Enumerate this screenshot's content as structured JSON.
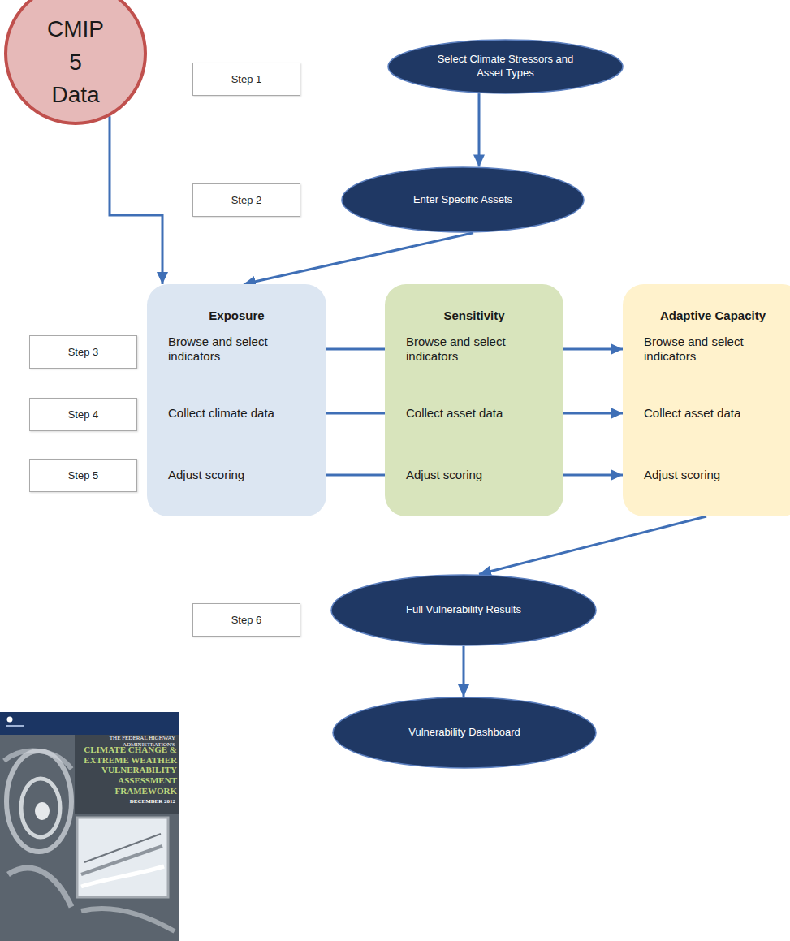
{
  "diagram": {
    "nodes": [
      {
        "text": [
          "CMIP 5 Data"
        ]
      },
      {
        "text": [
          "Step 1"
        ]
      },
      {
        "text": [
          "Select Climate Stressors and Asset Types"
        ]
      },
      {
        "text": [
          "Step 2"
        ]
      },
      {
        "text": [
          "Enter Specific Assets"
        ]
      },
      {
        "text": [
          "Exposure",
          "Browse and select indicators",
          "Collect climate data",
          "Adjust scoring"
        ]
      },
      {
        "text": [
          "Sensitivity",
          "Browse and select indicators",
          "Collect asset data",
          "Adjust scoring"
        ]
      },
      {
        "text": [
          "Adaptive Capacity",
          "Browse and select indicators",
          "Collect asset data",
          "Adjust scoring"
        ]
      },
      {
        "text": [
          "Step 3"
        ]
      },
      {
        "text": [
          "Step 4"
        ]
      },
      {
        "text": [
          "Step 5"
        ]
      },
      {
        "text": [
          "Step 6"
        ]
      },
      {
        "text": [
          "Full Vulnerability Results"
        ]
      },
      {
        "text": [
          "Vulnerability Dashboard"
        ]
      }
    ],
    "edges": [
      {
        "from": 2,
        "to": 4,
        "arrow": "to"
      },
      {
        "from": 4,
        "to": 5,
        "arrow": "to"
      },
      {
        "from": 0,
        "to": 5,
        "arrow": "to"
      },
      {
        "from": 5,
        "to": 6,
        "arrow": "none"
      },
      {
        "from": 5,
        "to": 6,
        "arrow": "none"
      },
      {
        "from": 5,
        "to": 6,
        "arrow": "none"
      },
      {
        "from": 6,
        "to": 7,
        "arrow": "to"
      },
      {
        "from": 6,
        "to": 7,
        "arrow": "to"
      },
      {
        "from": 6,
        "to": 7,
        "arrow": "to"
      },
      {
        "from": 7,
        "to": 12,
        "arrow": "to"
      },
      {
        "from": 12,
        "to": 13,
        "arrow": "to"
      }
    ],
    "labels": [
      "THE FEDERAL HIGHWAY ADMINISTRATION'S",
      "CLIMATE CHANGE & EXTREME WEATHER VULNERABILITY ASSESSMENT FRAMEWORK",
      "DECEMBER 2012"
    ]
  }
}
